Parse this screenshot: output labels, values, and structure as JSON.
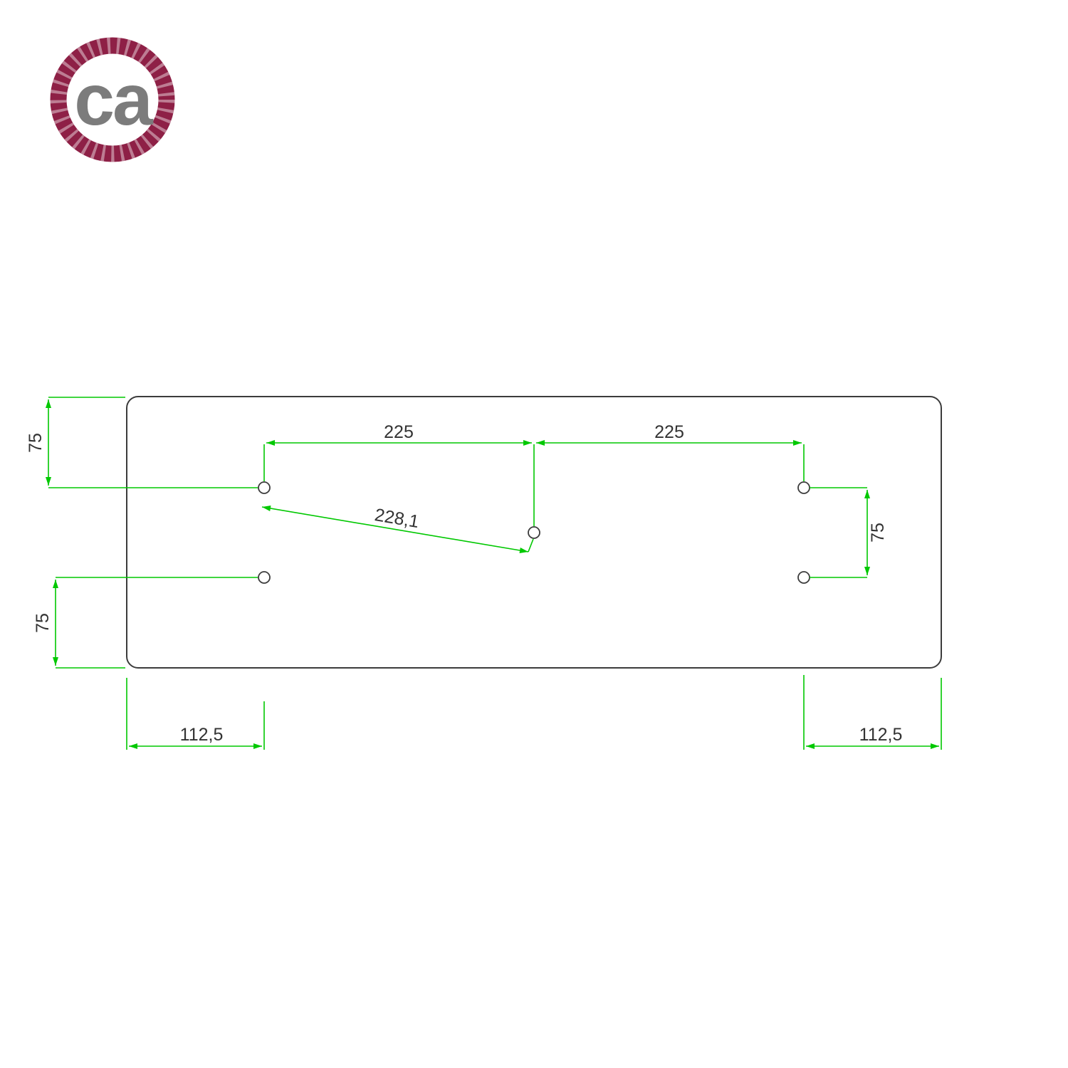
{
  "logo": {
    "text": "ca",
    "ring_color": "#8e2046",
    "text_color": "#7c7c7c"
  },
  "drawing": {
    "type": "technical-drawing",
    "description_visible_shape": "rounded rectangle mounting plate with 5 holes",
    "outline_color": "#3c3c3c",
    "dimension_color": "#00c800",
    "holes_count": 5,
    "labels": {
      "dim_75_top_left": "75",
      "dim_75_bottom_left": "75",
      "dim_225_left": "225",
      "dim_225_right": "225",
      "dim_228_diagonal": "228,1",
      "dim_75_right": "75",
      "dim_112_bottom_left": "112,5",
      "dim_112_bottom_right": "112,5"
    }
  }
}
